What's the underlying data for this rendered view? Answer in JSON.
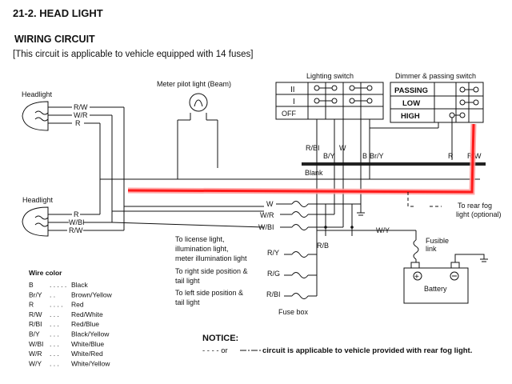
{
  "header": {
    "section": "21-2.  HEAD LIGHT",
    "title": "WIRING CIRCUIT",
    "note": "[This circuit is applicable to vehicle equipped with 14 fuses]"
  },
  "components": {
    "headlight_top": "Headlight",
    "headlight_bottom": "Headlight",
    "meter_pilot": "Meter pilot light (Beam)",
    "lighting_switch": "Lighting switch",
    "dimmer_switch": "Dimmer & passing switch",
    "blank": "Blank",
    "fuse_box": "Fuse box",
    "battery": "Battery",
    "fusible_link": [
      "Fusible",
      "link"
    ],
    "rear_fog": [
      "To rear fog",
      "light (optional)"
    ],
    "license_light": [
      "To license light,",
      "illumination light,",
      "meter illumination light"
    ],
    "right_position": [
      "To right side position &",
      "tail light"
    ],
    "left_position": [
      "To left side position &",
      "tail light"
    ]
  },
  "lighting_switch_rows": [
    "II",
    "I",
    "OFF"
  ],
  "dimmer_switch_rows": [
    "PASSING",
    "LOW",
    "HIGH"
  ],
  "wire_labels": {
    "hl_top_1": "R/W",
    "hl_top_2": "W/R",
    "hl_top_3": "R",
    "hl_bot_1": "R",
    "hl_bot_2": "W/BI",
    "hl_bot_3": "R/W",
    "sw_rbl": "R/BI",
    "sw_by": "B/Y",
    "sw_w": "W",
    "sw_b": "B",
    "sw_bry": "Br/Y",
    "dim_r": "R",
    "dim_rw": "R/W",
    "fuse_w": "W",
    "fuse_wr": "W/R",
    "fuse_wbl": "W/BI",
    "wy": "W/Y",
    "rb": "R/B",
    "ry": "R/Y",
    "rg": "R/G",
    "rbl2": "R/BI"
  },
  "wire_color_legend": {
    "title": "Wire color",
    "items": [
      {
        "code": "B",
        "dots": ". . . . .",
        "name": "Black"
      },
      {
        "code": "Br/Y",
        "dots": ". .",
        "name": "Brown/Yellow"
      },
      {
        "code": "R",
        "dots": ". . . .",
        "name": "Red"
      },
      {
        "code": "R/W",
        "dots": ". . .",
        "name": "Red/White"
      },
      {
        "code": "R/BI",
        "dots": ". . .",
        "name": "Red/Blue"
      },
      {
        "code": "B/Y",
        "dots": ". . .",
        "name": "Black/Yellow"
      },
      {
        "code": "W/BI",
        "dots": ". . .",
        "name": "White/Blue"
      },
      {
        "code": "W/R",
        "dots": ". . .",
        "name": "White/Red"
      },
      {
        "code": "W/Y",
        "dots": ". . .",
        "name": "White/Yellow"
      }
    ]
  },
  "notice": {
    "title": "NOTICE:",
    "line_prefix": "- - - - or",
    "line_text": "circuit is applicable to vehicle provided with rear fog light."
  }
}
